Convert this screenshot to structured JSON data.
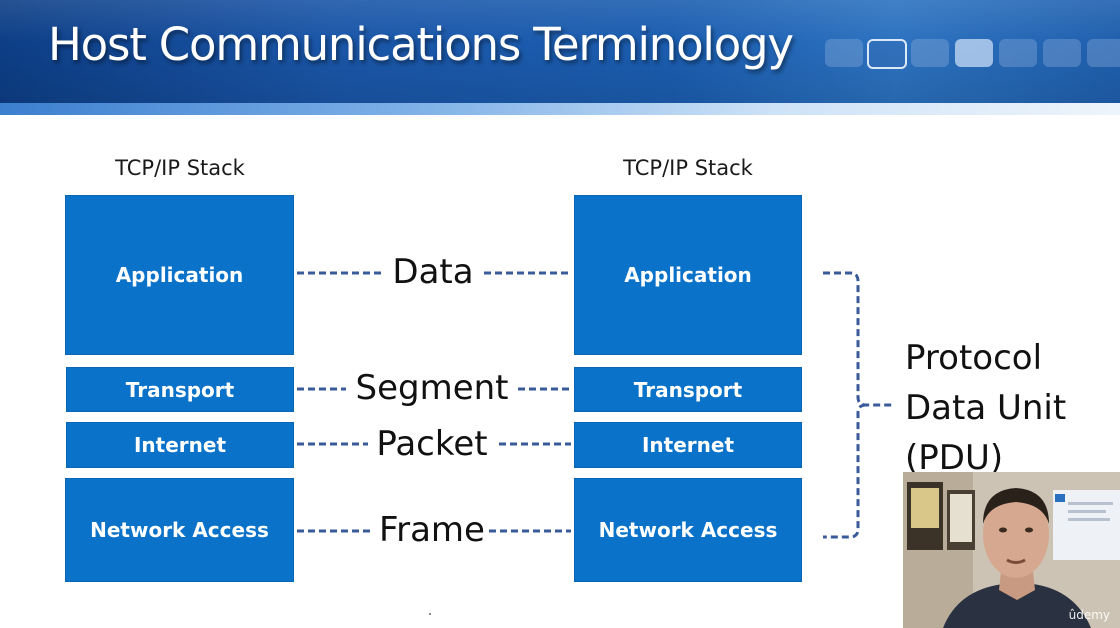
{
  "slide": {
    "title": "Host Communications Terminology",
    "stacks": [
      {
        "label": "TCP/IP Stack",
        "layers": [
          "Application",
          "Transport",
          "Internet",
          "Network Access"
        ]
      },
      {
        "label": "TCP/IP Stack",
        "layers": [
          "Application",
          "Transport",
          "Internet",
          "Network Access"
        ]
      }
    ],
    "pdus": [
      "Data",
      "Segment",
      "Packet",
      "Frame"
    ],
    "pdu_title": [
      "Protocol",
      "Data Unit",
      "(PDU)"
    ]
  },
  "webcam": {
    "watermark": "ûdemy"
  },
  "colors": {
    "header": "#1a56a8",
    "layer_fill": "#0a72c8",
    "connector": "#3a5a9a"
  }
}
